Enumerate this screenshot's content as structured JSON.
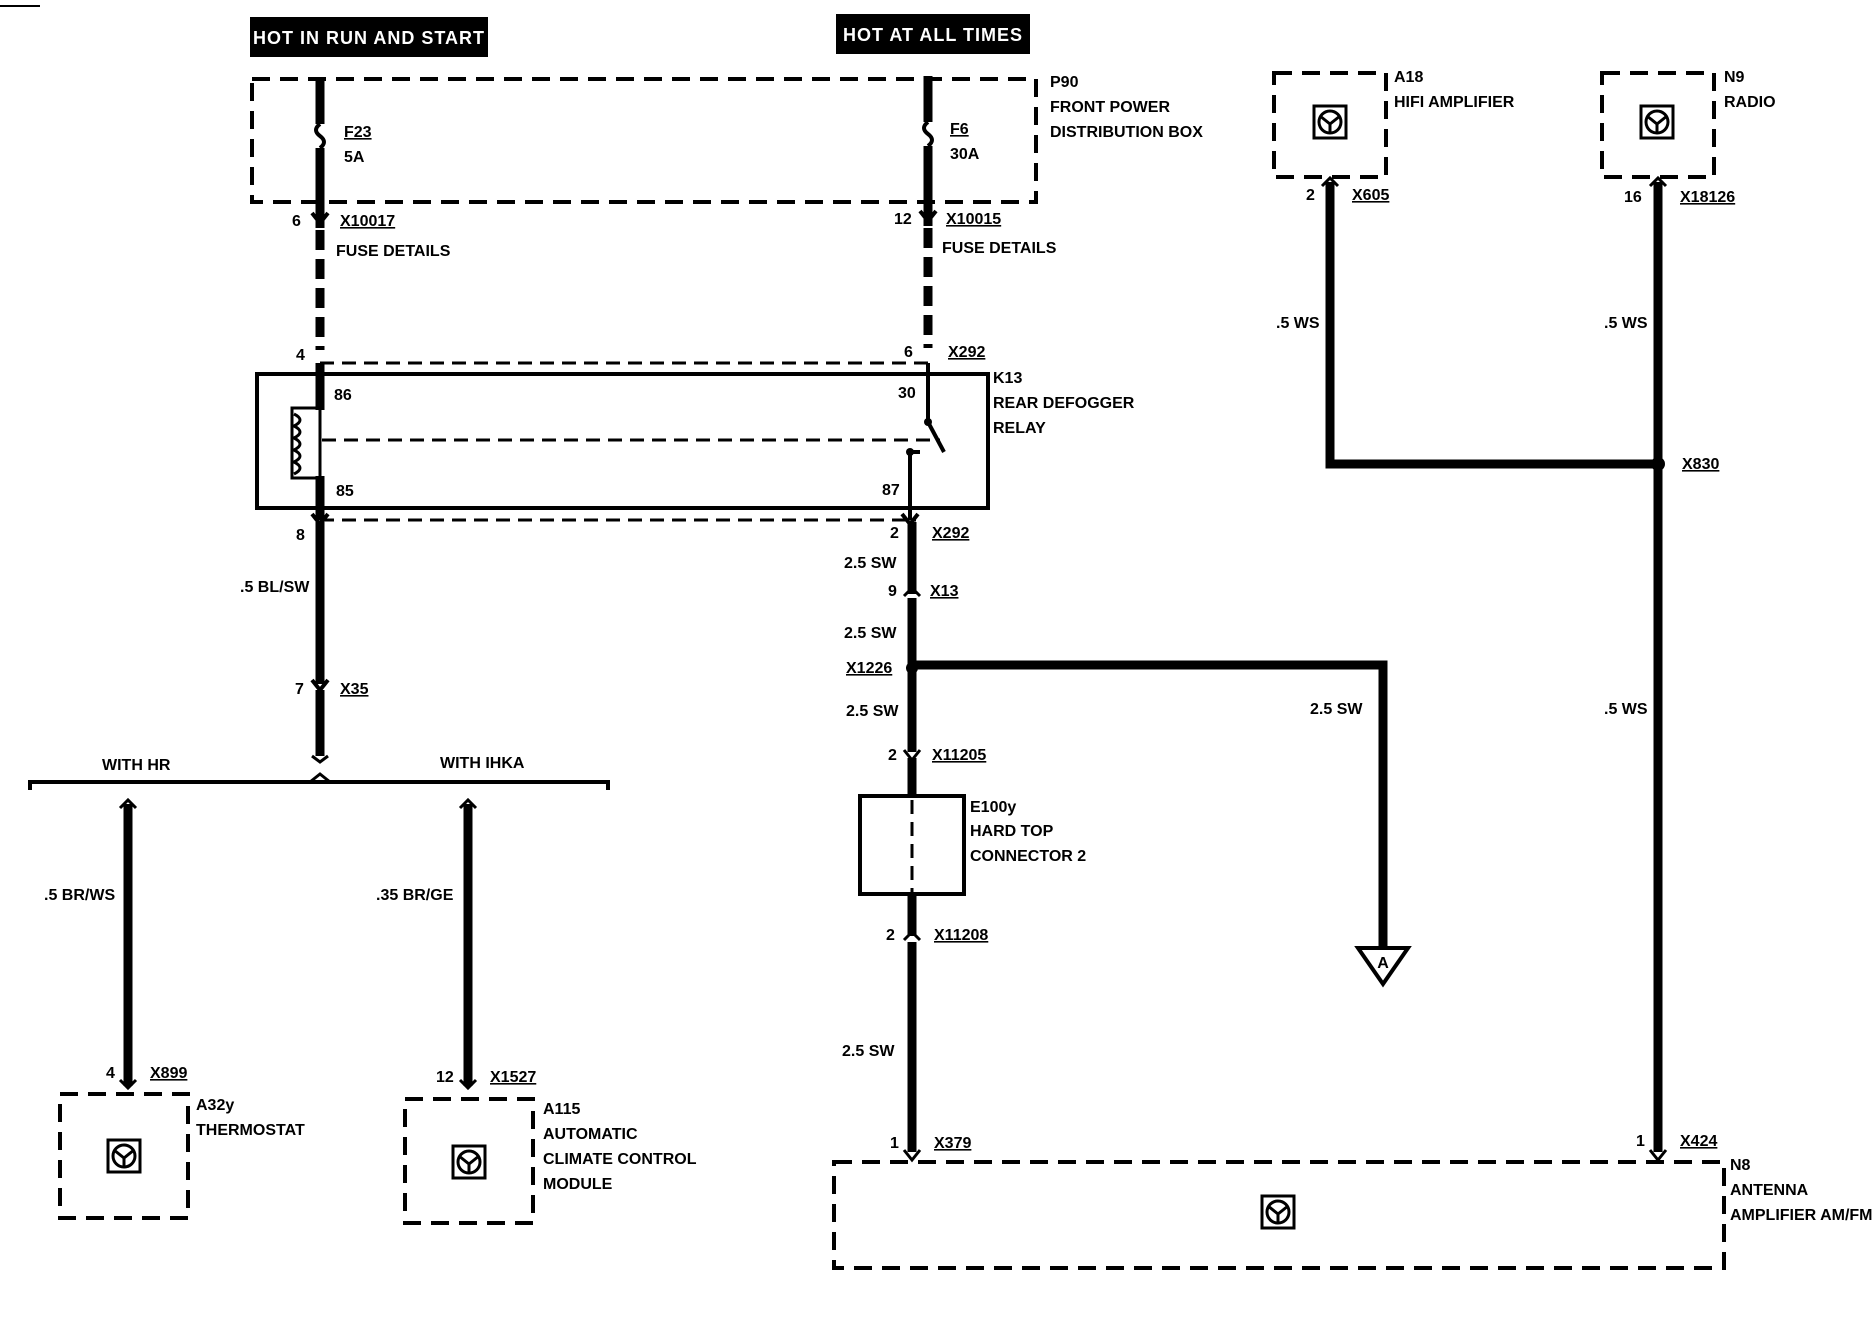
{
  "headers": {
    "run_start": "HOT IN RUN AND START",
    "all_times": "HOT AT ALL TIMES"
  },
  "components": {
    "p90": {
      "id": "P90",
      "line1": "FRONT POWER",
      "line2": "DISTRIBUTION BOX"
    },
    "f23": {
      "id": "F23",
      "rating": "5A"
    },
    "f6": {
      "id": "F6",
      "rating": "30A"
    },
    "a18": {
      "id": "A18",
      "name": "HIFI AMPLIFIER"
    },
    "n9": {
      "id": "N9",
      "name": "RADIO"
    },
    "k13": {
      "id": "K13",
      "line1": "REAR DEFOGGER",
      "line2": "RELAY",
      "pin86": "86",
      "pin85": "85",
      "pin30": "30",
      "pin87": "87"
    },
    "e100y": {
      "id": "E100y",
      "line1": "HARD TOP",
      "line2": "CONNECTOR 2"
    },
    "a32y": {
      "id": "A32y",
      "name": "THERMOSTAT"
    },
    "a115": {
      "id": "A115",
      "line1": "AUTOMATIC",
      "line2": "CLIMATE CONTROL",
      "line3": "MODULE"
    },
    "n8": {
      "id": "N8",
      "line1": "ANTENNA",
      "line2": "AMPLIFIER AM/FM"
    }
  },
  "connectors": {
    "x10017": {
      "id": "X10017",
      "pin": "6",
      "note": "FUSE DETAILS"
    },
    "x10015": {
      "id": "X10015",
      "pin": "12",
      "note": "FUSE DETAILS"
    },
    "x292_top": {
      "id": "X292",
      "pin_left": "4",
      "pin_right": "6"
    },
    "x292_bottom": {
      "id": "X292",
      "pin_left": "8",
      "pin_right": "2"
    },
    "x13": {
      "id": "X13",
      "pin": "9"
    },
    "x1226": {
      "id": "X1226"
    },
    "x11205": {
      "id": "X11205",
      "pin": "2"
    },
    "x11208": {
      "id": "X11208",
      "pin": "2"
    },
    "x379": {
      "id": "X379",
      "pin": "1"
    },
    "x35": {
      "id": "X35",
      "pin": "7"
    },
    "x899": {
      "id": "X899",
      "pin": "4"
    },
    "x1527": {
      "id": "X1527",
      "pin": "12"
    },
    "x605": {
      "id": "X605",
      "pin": "2"
    },
    "x18126": {
      "id": "X18126",
      "pin": "16"
    },
    "x830": {
      "id": "X830"
    },
    "x424": {
      "id": "X424",
      "pin": "1"
    }
  },
  "wires": {
    "bl_sw": ".5 BL/SW",
    "br_ws": ".5 BR/WS",
    "br_ge": ".35 BR/GE",
    "sw_1": "2.5 SW",
    "sw_2": "2.5 SW",
    "sw_3": "2.5 SW",
    "sw_4": "2.5 SW",
    "sw_branch": "2.5 SW",
    "ws_a18": ".5 WS",
    "ws_n9": ".5 WS",
    "ws_main": ".5 WS"
  },
  "options": {
    "with_hr": "WITH HR",
    "with_ihka": "WITH IHKA"
  },
  "offpage": {
    "ref": "A"
  }
}
